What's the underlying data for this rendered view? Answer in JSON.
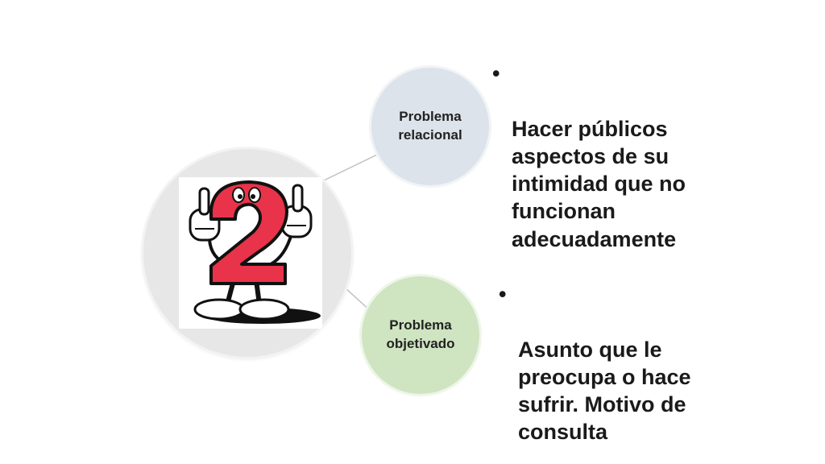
{
  "hub": {
    "icon": "number-two-cartoon-character-icon",
    "numeral": "2",
    "colors": {
      "numeral_fill": "#e8334a",
      "outline": "#111111",
      "gloves": "#ffffff"
    }
  },
  "nodes": [
    {
      "label": "Problema\nrelacional",
      "fill": "#dde3ea",
      "bullets": [
        "Hacer públicos\naspectos de su\nintimidad que no\nfuncionan\nadecuadamente"
      ]
    },
    {
      "label": "Problema\nobjetivado",
      "fill": "#cfe4c1",
      "bullets": [
        "Asunto que le\npreocupa o hace\nsufrir. Motivo de\nconsulta"
      ]
    }
  ],
  "bullet_glyph": "•",
  "colors": {
    "connector": "#bfbfbf",
    "text": "#1a1a1a"
  }
}
